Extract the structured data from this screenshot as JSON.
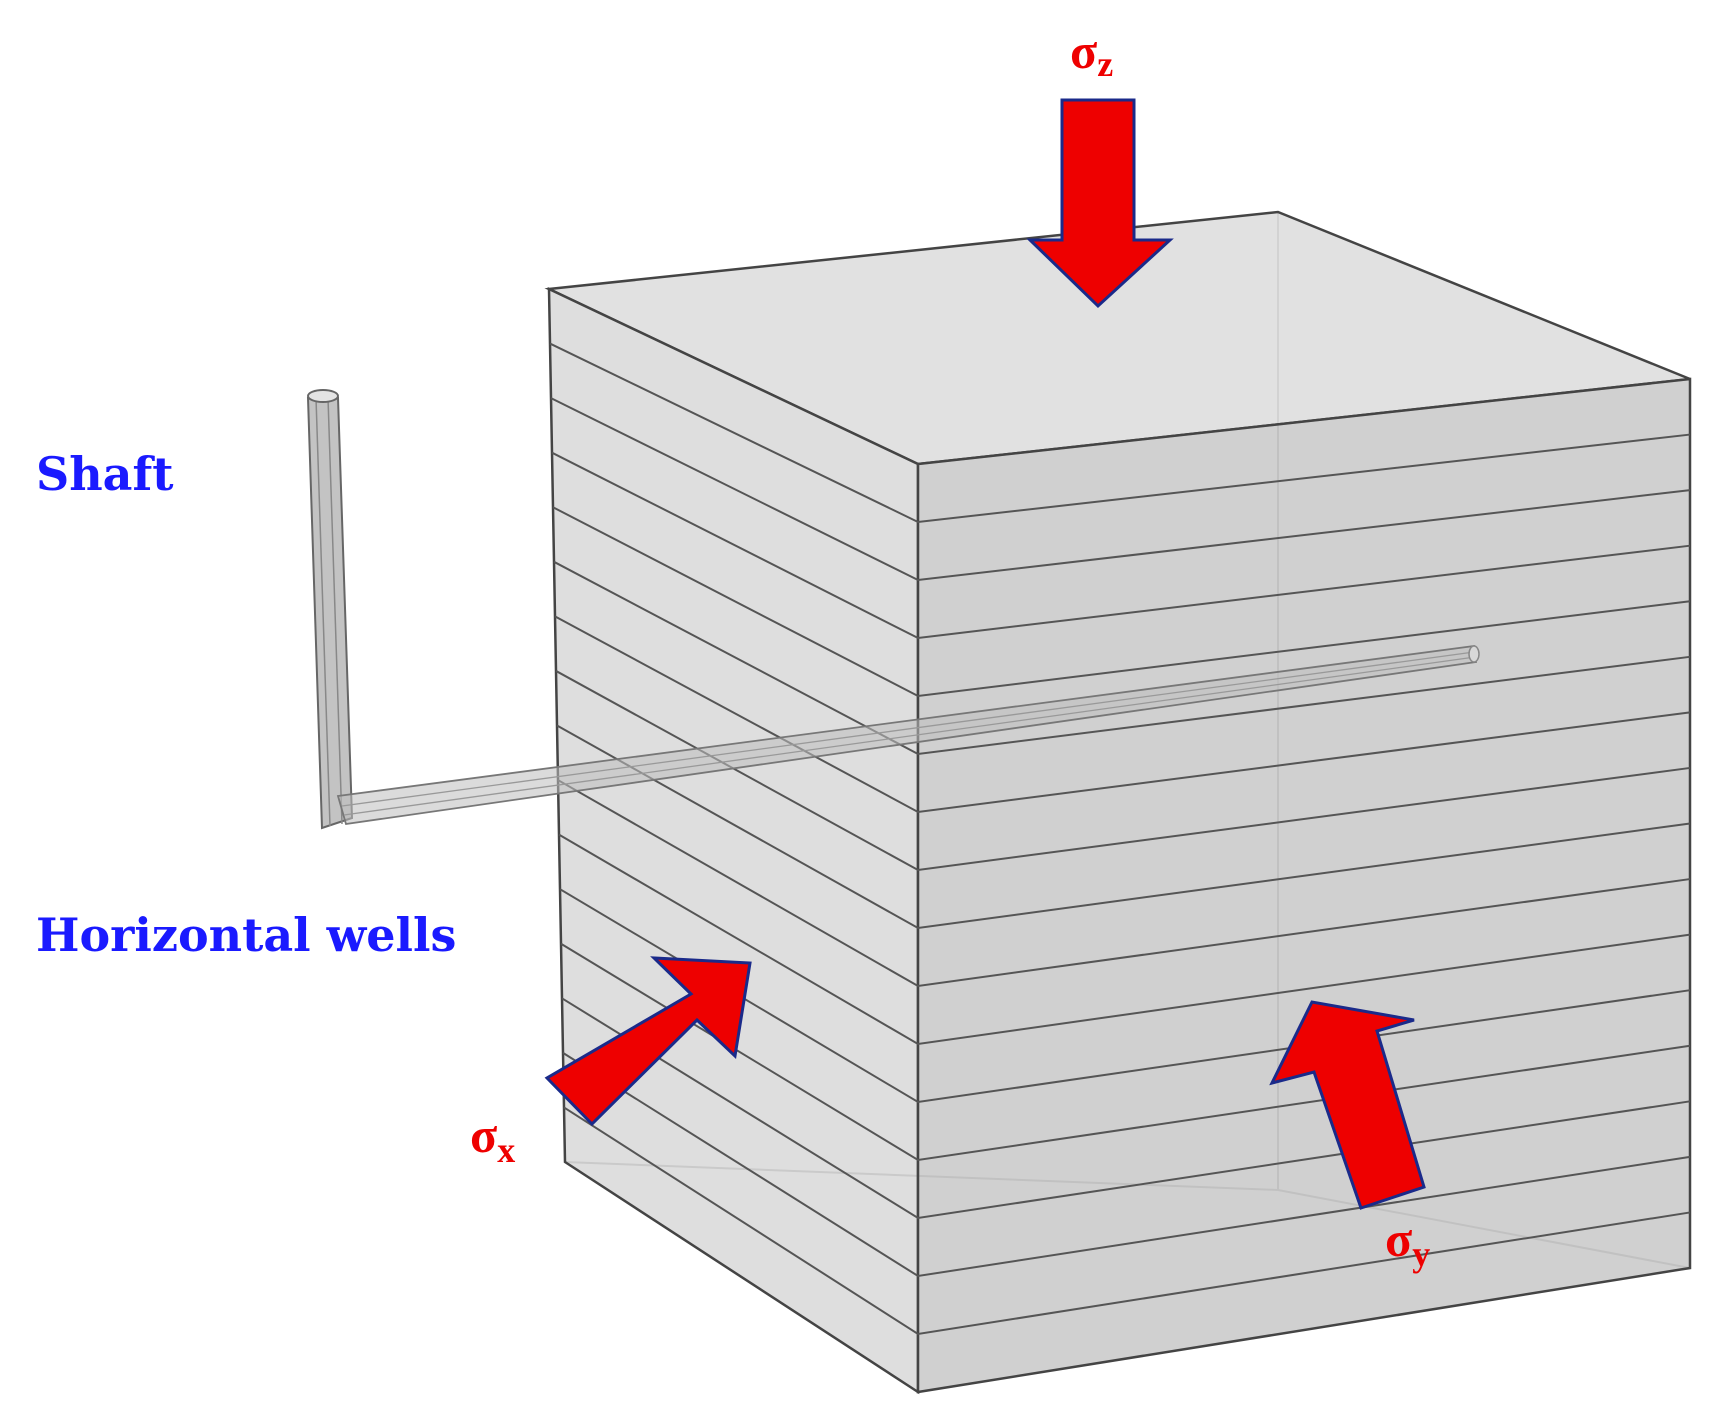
{
  "labels": {
    "shaft": "Shaft",
    "horizontal_wells": "Horizontal wells",
    "sigma_symbol": "σ",
    "sigma_z_sub": "z",
    "sigma_x_sub": "x",
    "sigma_y_sub": "y"
  },
  "colors": {
    "label_blue": "#1a1aff",
    "arrow_fill": "#ee0000",
    "arrow_stroke": "#1a2a8a",
    "box_front": "#c8c8c8",
    "box_side": "#d4d4d4",
    "box_top": "#dcdcdc",
    "box_edge": "#444444",
    "layer_line": "#555555",
    "pipe": "#bdbdbd"
  },
  "layers": {
    "count": 15
  }
}
